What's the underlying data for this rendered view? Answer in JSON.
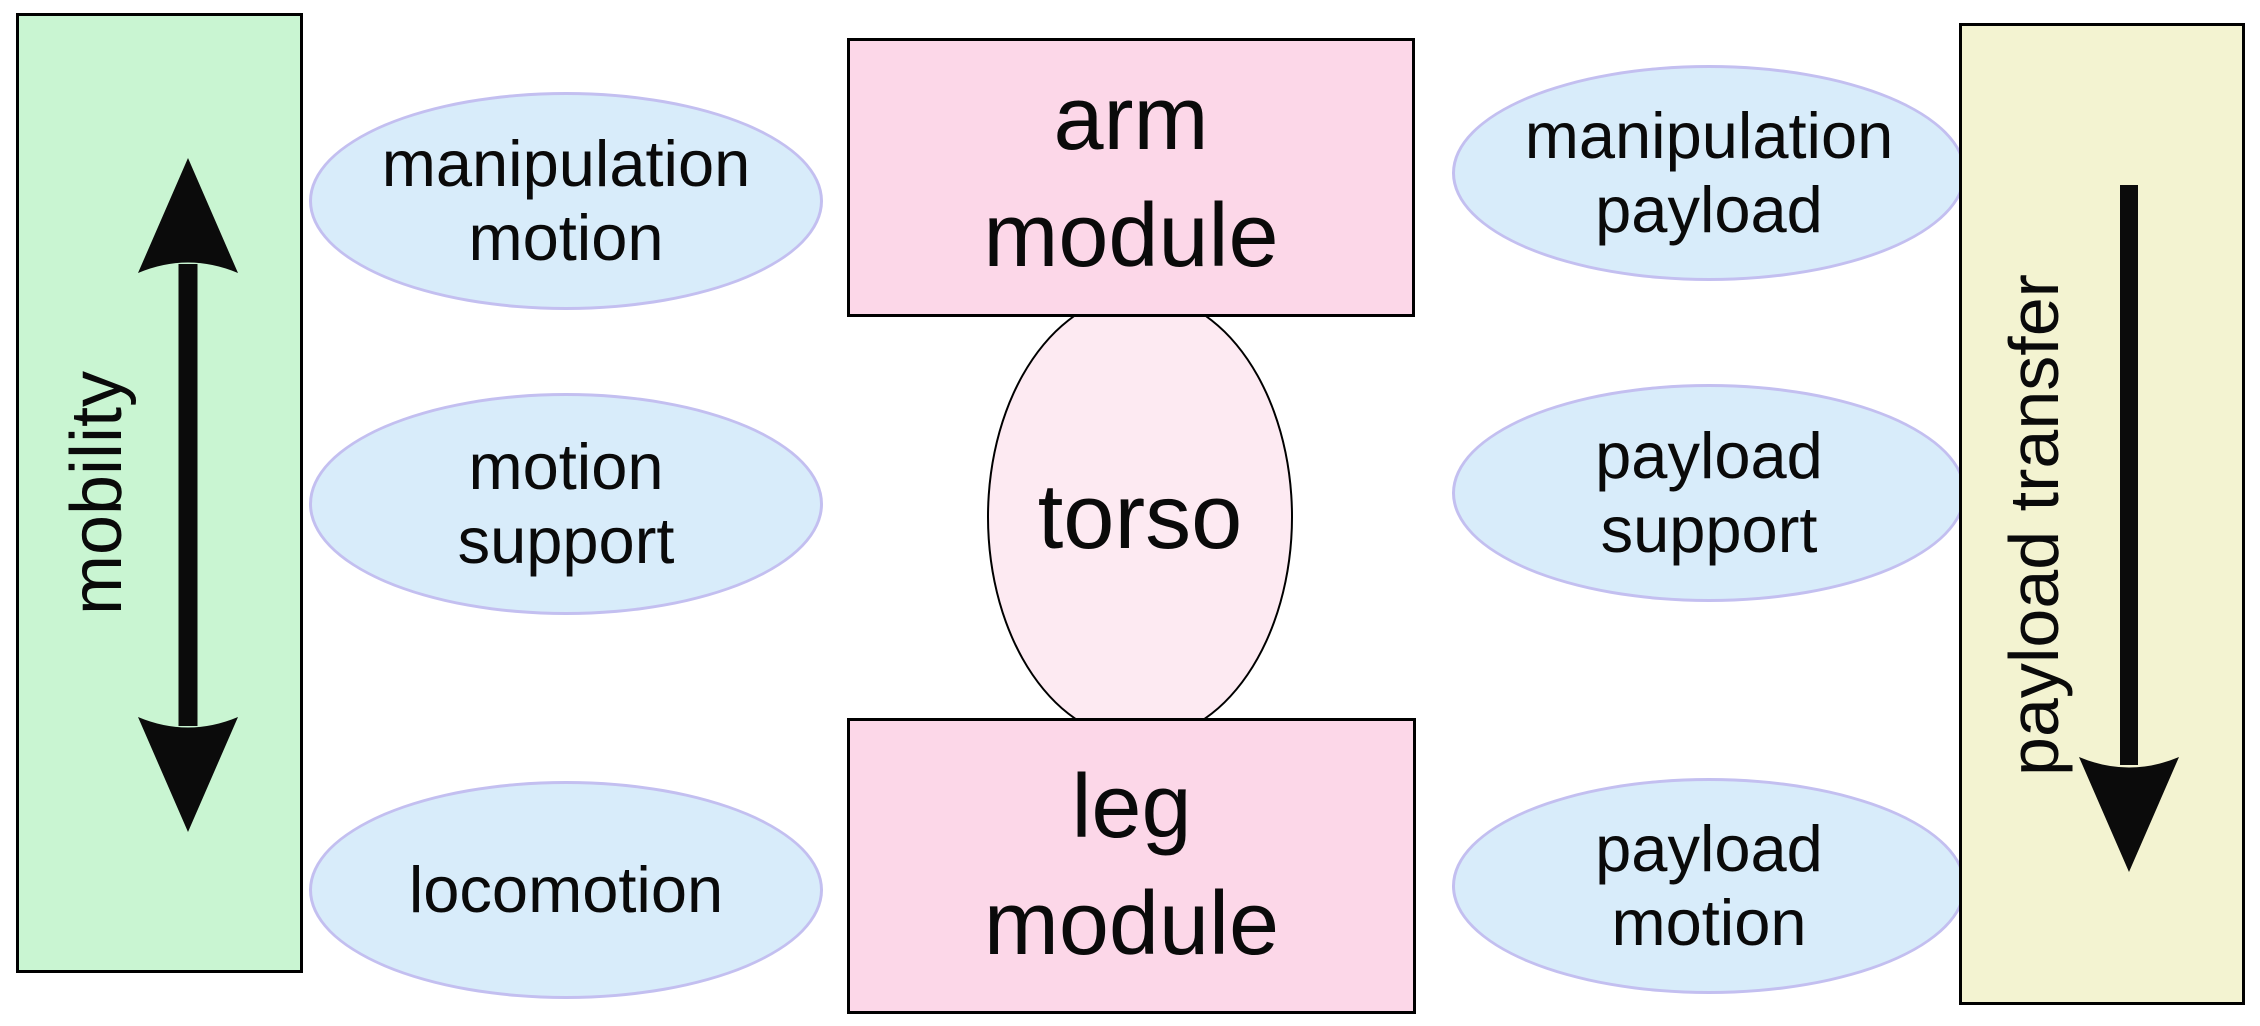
{
  "colors": {
    "background": "#ffffff",
    "panel_green": "#c9f5d2",
    "panel_yellow": "#f3f3d1",
    "module_pink": "#fcd7e8",
    "torso_pink": "#fdeaf2",
    "ellipse_blue": "#d8ecfa",
    "ellipse_border": "#c3bff0",
    "arrow_black": "#0b0b0b"
  },
  "panels": {
    "mobility": {
      "label": "mobility"
    },
    "payload_transfer": {
      "label": "payload transfer"
    }
  },
  "modules": {
    "arm": {
      "line1": "arm",
      "line2": "module"
    },
    "torso": {
      "label": "torso"
    },
    "leg": {
      "line1": "leg",
      "line2": "module"
    }
  },
  "functions_left": [
    {
      "line1": "manipulation",
      "line2": "motion"
    },
    {
      "line1": "motion",
      "line2": "support"
    },
    {
      "line1": "locomotion",
      "line2": ""
    }
  ],
  "functions_right": [
    {
      "line1": "manipulation",
      "line2": "payload"
    },
    {
      "line1": "payload",
      "line2": "support"
    },
    {
      "line1": "payload",
      "line2": "motion"
    }
  ]
}
